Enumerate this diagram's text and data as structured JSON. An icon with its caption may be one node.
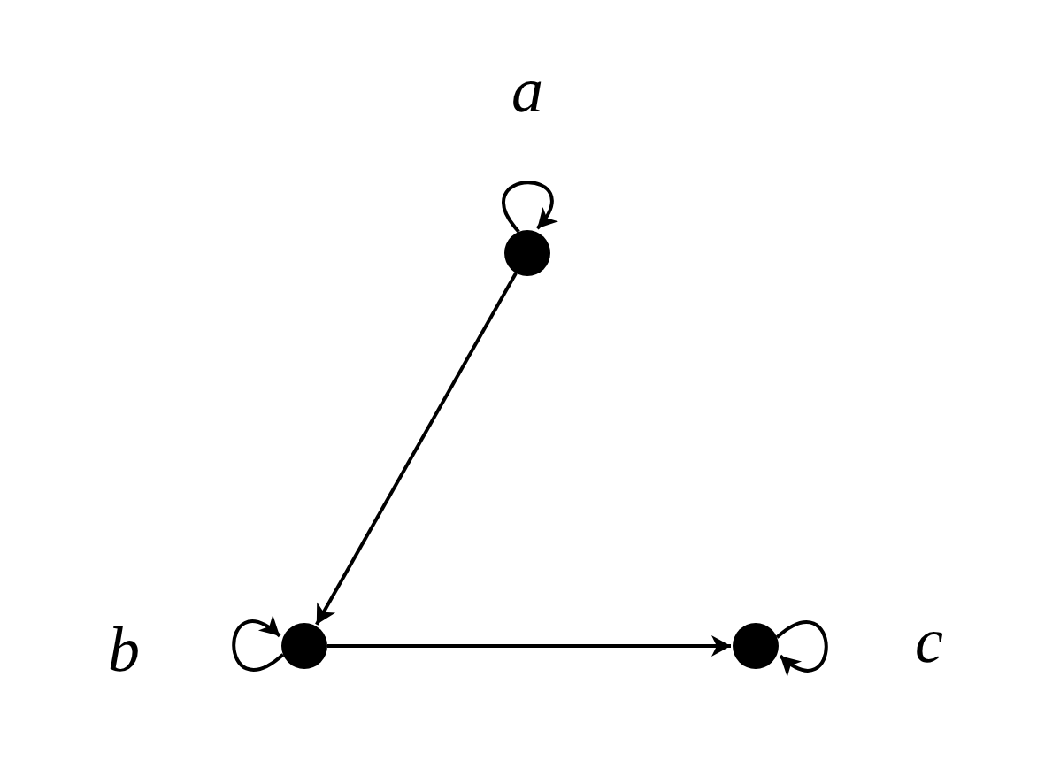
{
  "diagram": {
    "nodes": [
      {
        "text": [],
        "shape": "circle",
        "beside": [
          "a"
        ]
      },
      {
        "text": [],
        "shape": "circle",
        "beside": [
          "b"
        ]
      },
      {
        "text": [],
        "shape": "circle",
        "beside": [
          "c"
        ]
      }
    ],
    "edges": [
      {
        "from": 0,
        "to": 0,
        "arrow": "to"
      },
      {
        "from": 0,
        "to": 1,
        "arrow": "to"
      },
      {
        "from": 1,
        "to": 1,
        "arrow": "to"
      },
      {
        "from": 1,
        "to": 2,
        "arrow": "to"
      },
      {
        "from": 2,
        "to": 2,
        "arrow": "to"
      }
    ]
  }
}
